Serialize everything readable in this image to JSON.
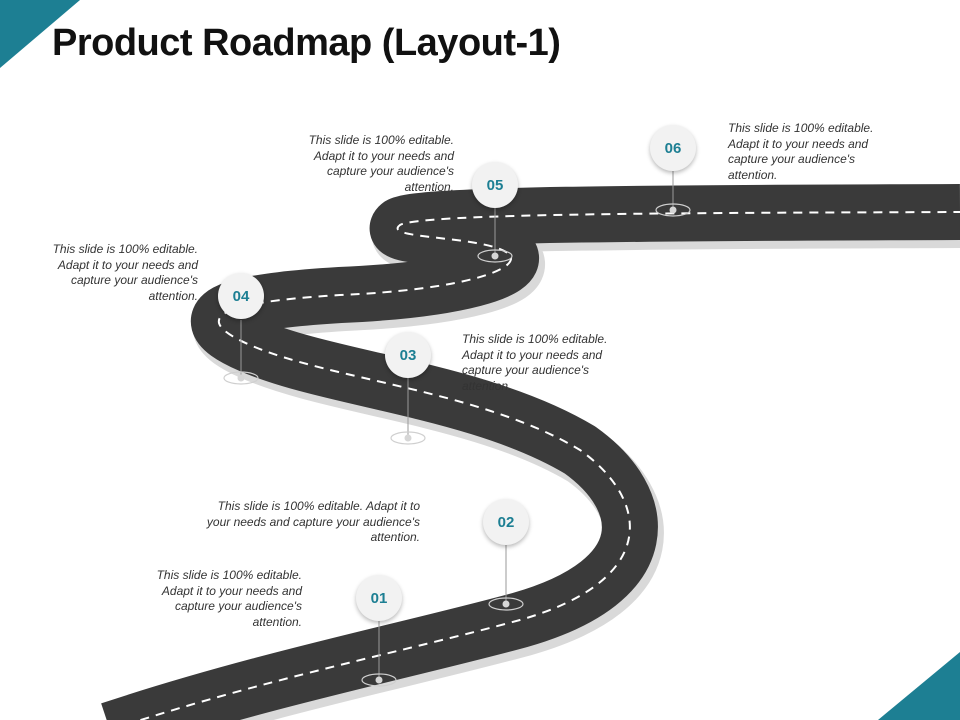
{
  "title": "Product Roadmap (Layout-1)",
  "colors": {
    "accent": "#1d7f93",
    "road": "#3a3a3a",
    "lane": "#ffffff"
  },
  "milestones": [
    {
      "number": "01",
      "text": "This slide is 100% editable. Adapt it to your needs and capture your audience's attention."
    },
    {
      "number": "02",
      "text": "This slide is 100% editable. Adapt it to your needs and capture your audience's attention."
    },
    {
      "number": "03",
      "text": "This slide is 100% editable. Adapt it to your needs and capture your audience's attention."
    },
    {
      "number": "04",
      "text": "This slide is 100% editable. Adapt it to your needs and capture your audience's attention."
    },
    {
      "number": "05",
      "text": "This slide is 100% editable. Adapt it to your needs and capture your audience's attention."
    },
    {
      "number": "06",
      "text": "This slide is 100% editable. Adapt it to your needs and capture your audience's attention."
    }
  ]
}
